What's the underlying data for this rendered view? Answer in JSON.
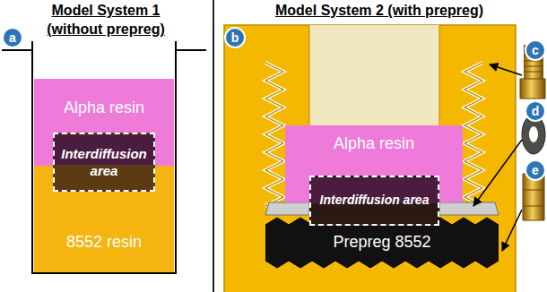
{
  "diagram": {
    "nodes": [
      {
        "text": [
          "Alpha resin"
        ]
      },
      {
        "text": [
          "Interdiffusion area"
        ]
      },
      {
        "text": [
          "8552 resin"
        ]
      },
      {
        "text": [
          "Alpha resin"
        ]
      },
      {
        "text": [
          "Interdiffusion area"
        ]
      },
      {
        "text": [
          "Prepreg 8552"
        ]
      }
    ],
    "labels": [
      "Model System 1",
      "(without prepreg)",
      "Model System 2 (with prepreg)",
      "a",
      "b",
      "c",
      "d",
      "e"
    ]
  }
}
